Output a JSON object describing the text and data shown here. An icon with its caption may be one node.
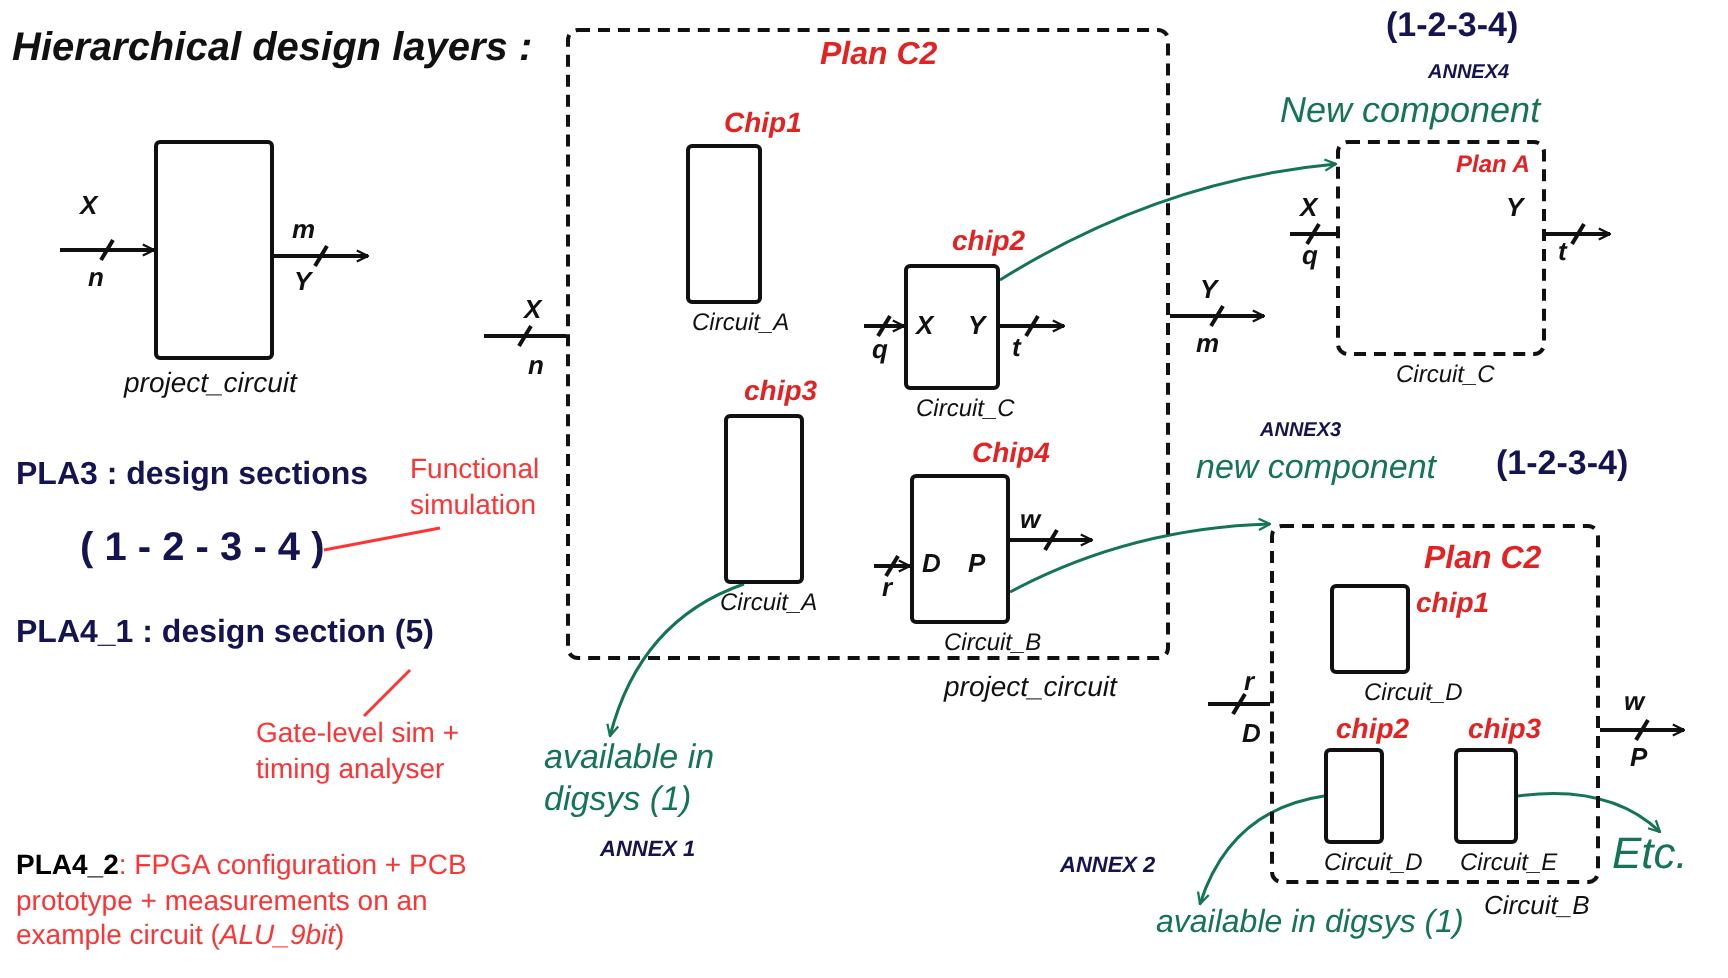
{
  "diagram": {
    "title": "Hierarchical design layers :",
    "nodes": [
      {
        "text": [
          "project_circuit"
        ]
      },
      {
        "text": [
          "Plan C2",
          "project_circuit"
        ]
      },
      {
        "text": [
          "Chip1",
          "Circuit_A"
        ],
        "in": 1
      },
      {
        "text": [
          "chip2",
          "X",
          "Y",
          "Circuit_C"
        ],
        "in": 1
      },
      {
        "text": [
          "chip3",
          "Circuit_A"
        ],
        "in": 1
      },
      {
        "text": [
          "Chip4",
          "D",
          "P",
          "Circuit_B"
        ],
        "in": 1
      },
      {
        "text": [
          "Plan A",
          "Circuit_C"
        ]
      },
      {
        "text": [
          "Plan C2",
          "Circuit_B"
        ]
      },
      {
        "text": [
          "chip1",
          "Circuit_D"
        ],
        "in": 7
      },
      {
        "text": [
          "chip2",
          "Circuit_D"
        ],
        "in": 7
      },
      {
        "text": [
          "chip3",
          "Circuit_E"
        ],
        "in": 7
      },
      {
        "text": [
          "available in digsys (1)"
        ]
      },
      {
        "text": [
          "available in digsys (1)"
        ]
      },
      {
        "text": [
          "Etc."
        ]
      },
      {
        "text": [
          "( 1 - 2 - 3 - 4 )"
        ]
      },
      {
        "text": [
          "Functional simulation"
        ]
      },
      {
        "text": [
          "PLA4_1 : design section (5)"
        ]
      },
      {
        "text": [
          "Gate-level sim + timing analyser"
        ]
      }
    ],
    "edges": [
      {
        "from": null,
        "to": 0,
        "arrow": "to"
      },
      {
        "from": 0,
        "to": null,
        "arrow": "to"
      },
      {
        "from": null,
        "to": 1,
        "arrow": "none"
      },
      {
        "from": 1,
        "to": null,
        "arrow": "to"
      },
      {
        "from": null,
        "to": 3,
        "arrow": "to"
      },
      {
        "from": 3,
        "to": null,
        "arrow": "to"
      },
      {
        "from": null,
        "to": 5,
        "arrow": "to"
      },
      {
        "from": 5,
        "to": null,
        "arrow": "to"
      },
      {
        "from": 3,
        "to": 6,
        "arrow": "to",
        "color": "#137552"
      },
      {
        "from": null,
        "to": 6,
        "arrow": "none"
      },
      {
        "from": 6,
        "to": null,
        "arrow": "to"
      },
      {
        "from": 5,
        "to": 7,
        "arrow": "to",
        "color": "#137552"
      },
      {
        "from": 4,
        "to": 11,
        "arrow": "to",
        "color": "#137552"
      },
      {
        "from": null,
        "to": 7,
        "arrow": "none"
      },
      {
        "from": 7,
        "to": null,
        "arrow": "to"
      },
      {
        "from": 9,
        "to": 12,
        "arrow": "to",
        "color": "#137552"
      },
      {
        "from": 10,
        "to": 13,
        "arrow": "to",
        "color": "#137552"
      },
      {
        "from": 15,
        "to": 14,
        "arrow": "none",
        "color": "#ff3333"
      },
      {
        "from": 17,
        "to": 16,
        "arrow": "none",
        "color": "#ff3333"
      }
    ],
    "labels": [
      "X",
      "n",
      "m",
      "Y",
      "PLA3 : design sections",
      "**PLA4_2**: FPGA configuration + PCB prototype + measurements on an example circuit (*ALU_9bit*)",
      "X",
      "n",
      "q",
      "t",
      "r",
      "w",
      "Y",
      "m",
      "(1-2-3-4)",
      "ANNEX4",
      "New component",
      "X",
      "q",
      "Y",
      "t",
      "ANNEX3",
      "new component",
      "(1-2-3-4)",
      "r",
      "D",
      "w",
      "P",
      "ANNEX 1",
      "ANNEX 2"
    ]
  }
}
